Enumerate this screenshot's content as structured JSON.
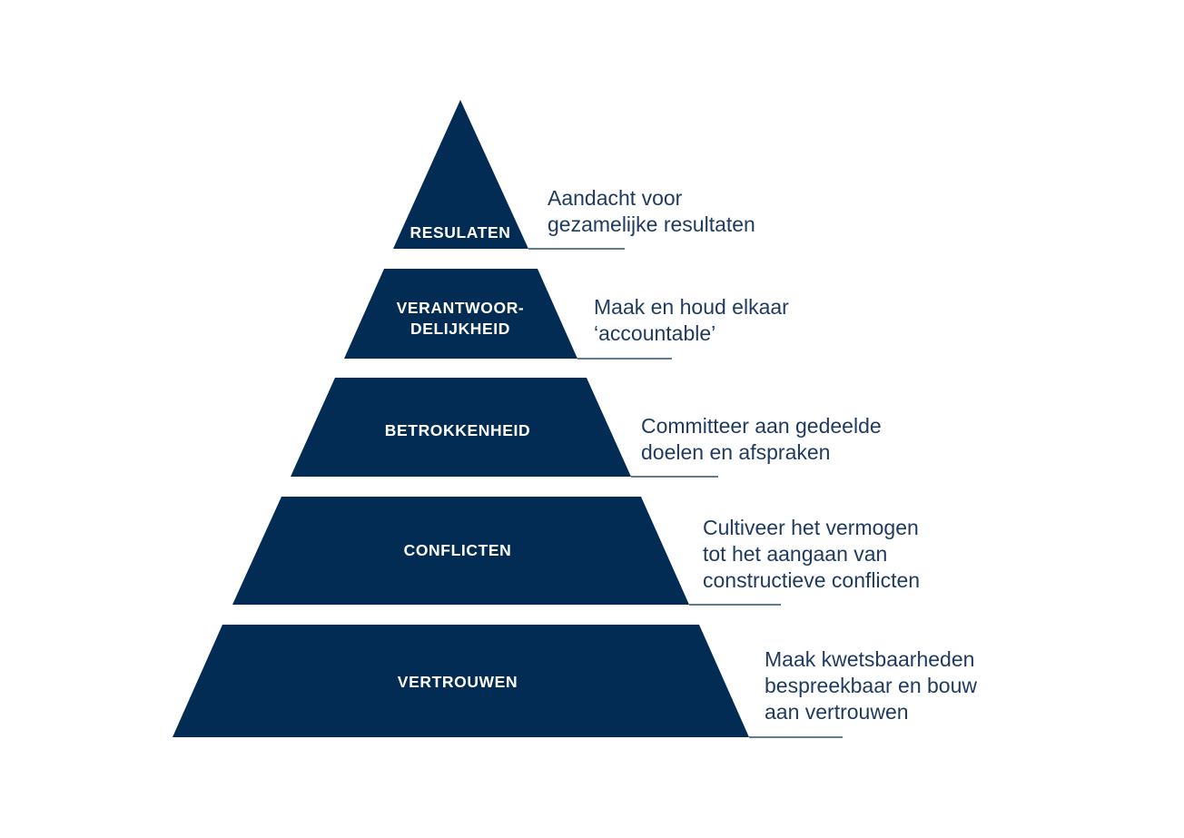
{
  "diagram": {
    "type": "pyramid",
    "color": "#022c54",
    "text_color": "#1e3a5f",
    "levels": [
      {
        "label": "RESULATEN",
        "description": "Aandacht voor\ngezamelijke resultaten"
      },
      {
        "label": "VERANTWOOR-\nDELIJKHEID",
        "description": "Maak en houd elkaar\n‘accountable’"
      },
      {
        "label": "BETROKKENHEID",
        "description": "Committeer aan gedeelde\ndoelen en afspraken"
      },
      {
        "label": "CONFLICTEN",
        "description": "Cultiveer het vermogen\ntot het aangaan van\nconstructieve conflicten"
      },
      {
        "label": "VERTROUWEN",
        "description": "Maak kwetsbaarheden\nbespreekbaar en bouw\naan vertrouwen"
      }
    ]
  }
}
